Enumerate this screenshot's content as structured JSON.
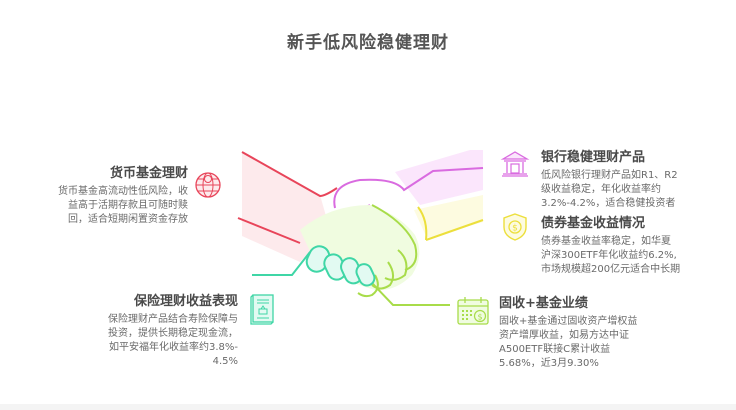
{
  "title": "新手低风险稳健理财",
  "items": [
    {
      "id": "money-fund",
      "heading": "货币基金理财",
      "lines": [
        "货币基金高流动性低风险，收",
        "益高于活期存款且可随时赎",
        "回，适合短期闲置资金存放"
      ],
      "icon": "globe-dollar-icon",
      "color": "#e8455a"
    },
    {
      "id": "bank-wealth",
      "heading": "银行稳健理财产品",
      "lines": [
        "低风险银行理财产品如R1、R2",
        "级收益稳定，年化收益率约",
        "3.2%-4.2%，适合稳健投资者"
      ],
      "icon": "bank-icon",
      "color": "#d96be0"
    },
    {
      "id": "bond-fund",
      "heading": "债券基金收益情况",
      "lines": [
        "债券基金收益率稳定，如华夏",
        "沪深300ETF年化收益约6.2%,",
        "市场规模超200亿元适合中长期"
      ],
      "icon": "shield-dollar-icon",
      "color": "#ecdf3c"
    },
    {
      "id": "insurance",
      "heading": "保险理财收益表现",
      "lines": [
        "保险理财产品结合寿险保障与",
        "投资，提供长期稳定现金流，",
        "如平安福年化收益率约3.8%-",
        "4.5%"
      ],
      "icon": "book-icon",
      "color": "#3fd6a6"
    },
    {
      "id": "fixed-income-plus",
      "heading": "固收+基金业绩",
      "lines": [
        "固收+基金通过固收资产增权益",
        "资产增厚收益，如易方达中证",
        "A500ETF联接C累计收益",
        "5.68%，近3月9.30%"
      ],
      "icon": "calendar-dollar-icon",
      "color": "#a8dc4a"
    }
  ]
}
